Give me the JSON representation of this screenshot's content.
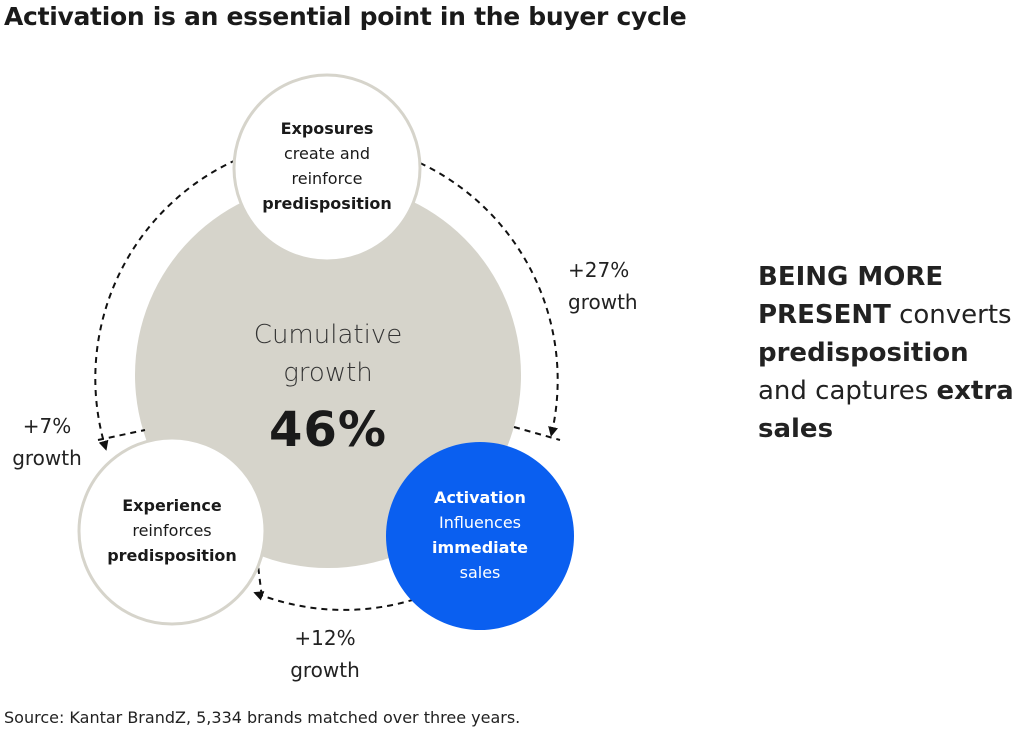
{
  "title": "Activation is an essential point in the buyer cycle",
  "center": {
    "label_line1": "Cumulative",
    "label_line2": "growth",
    "value": "46%"
  },
  "nodes": {
    "exposures": {
      "bold": "Exposures",
      "line1": "create and",
      "line2": "reinforce",
      "bold2": "predisposition"
    },
    "experience": {
      "bold": "Experience",
      "line1": "reinforces",
      "bold2": "predisposition"
    },
    "activation": {
      "bold": "Activation",
      "line1": "Influences",
      "bold2": "immediate",
      "line2": "sales"
    }
  },
  "growth_labels": {
    "right": {
      "value": "+27%",
      "word": "growth"
    },
    "left": {
      "value": "+7%",
      "word": "growth"
    },
    "bottom": {
      "value": "+12%",
      "word": "growth"
    }
  },
  "side_text": {
    "part1": "BEING MORE PRESENT",
    "part2": " converts ",
    "part3": "predisposition",
    "part4": " and captures ",
    "part5": "extra sales"
  },
  "source": "Source: Kantar BrandZ, 5,334 brands matched over three years.",
  "colors": {
    "center_circle": "#d6d4cb",
    "activation": "#0a5ff0",
    "node_stroke": "#d6d4cb"
  }
}
